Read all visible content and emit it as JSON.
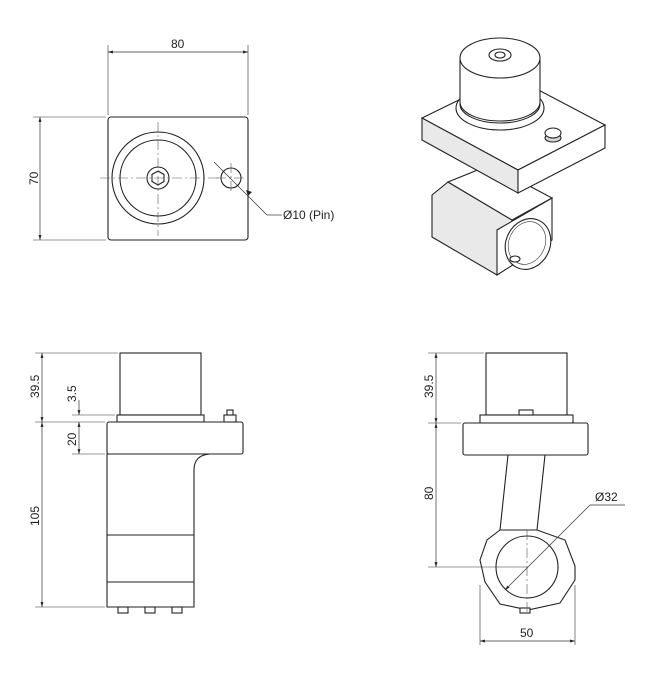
{
  "views": {
    "top": {
      "dim_width": "80",
      "dim_height": "70",
      "pin_callout": "Ø10 (Pin)"
    },
    "side": {
      "dim_cap_height": "39.5",
      "dim_gap": "3.5",
      "dim_flange": "20",
      "dim_body": "105"
    },
    "front": {
      "dim_cap_height": "39.5",
      "dim_arm": "80",
      "dim_bore": "Ø32",
      "dim_width": "50"
    }
  }
}
